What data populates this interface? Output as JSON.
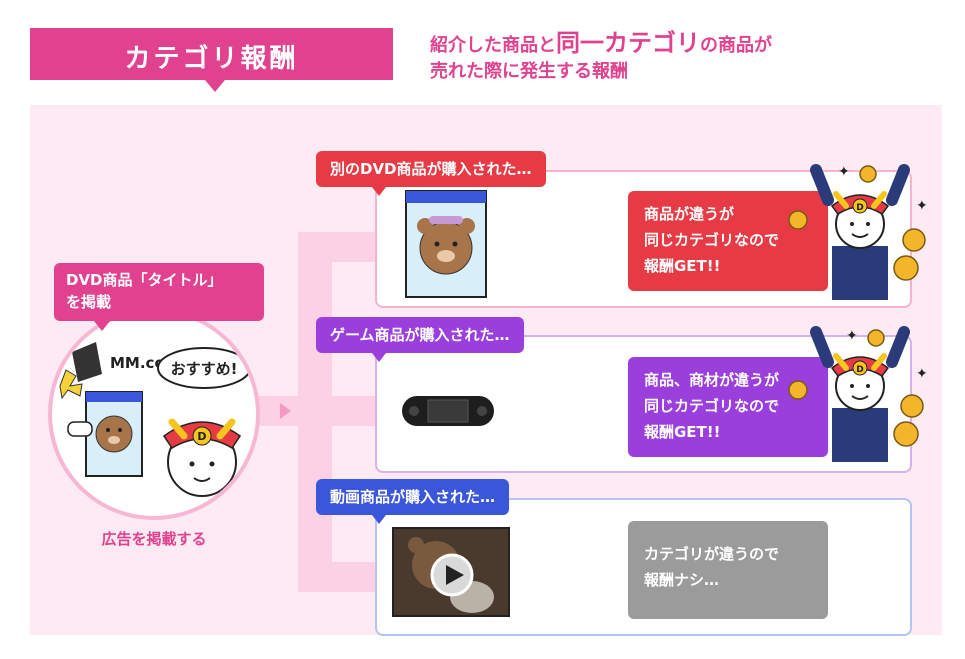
{
  "header": {
    "title": "カテゴリ報酬",
    "desc_line1_pre": "紹介した商品と",
    "desc_line1_em": "同一カテゴリ",
    "desc_line1_post": "の商品が",
    "desc_line2": "売れた際に発生する報酬"
  },
  "colors": {
    "pink": "#e1428f",
    "red": "#e63b45",
    "purple": "#9b3fdc",
    "blue": "#3b57d9",
    "gray": "#9b9b9b",
    "panel": "#fdeaf3"
  },
  "ad": {
    "bubble_line1": "DVD商品「タイトル」",
    "bubble_line2": "を掲載",
    "logo_text": "MM.co",
    "speech": "おすすめ!",
    "mascot_letter": "D",
    "caption": "広告を掲載する"
  },
  "rows": [
    {
      "trigger": "別のDVD商品が購入された…",
      "result_lines": [
        "商品が違うが",
        "同じカテゴリなので",
        "報酬GET!!"
      ],
      "mascot_letter": "D"
    },
    {
      "trigger": "ゲーム商品が購入された…",
      "result_lines": [
        "商品、商材が違うが",
        "同じカテゴリなので",
        "報酬GET!!"
      ],
      "mascot_letter": "D"
    },
    {
      "trigger": "動画商品が購入された…",
      "result_lines": [
        "カテゴリが違うので",
        "報酬ナシ…"
      ]
    }
  ]
}
